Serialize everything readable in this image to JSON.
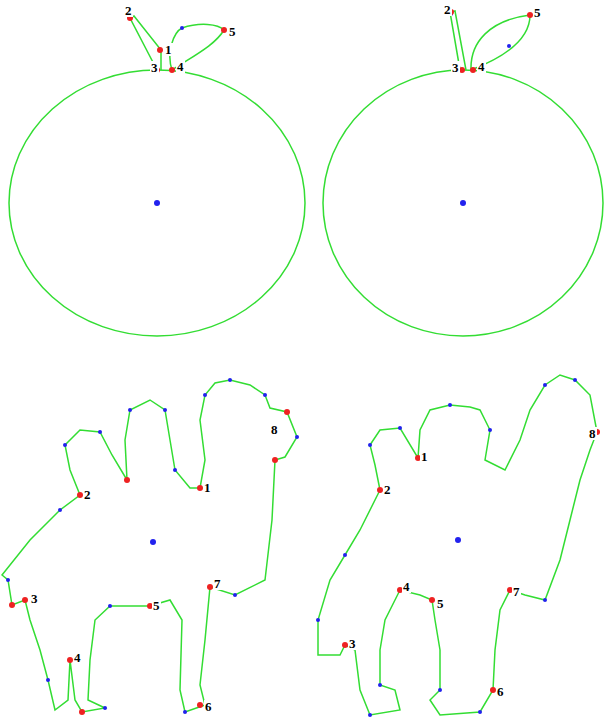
{
  "diagram": {
    "labels": [
      "2",
      "1",
      "3",
      "4",
      "5",
      "2",
      "5",
      "3",
      "4",
      "8",
      "1",
      "2",
      "3",
      "5",
      "7",
      "4",
      "6",
      "1",
      "8",
      "2",
      "4",
      "5",
      "7",
      "3",
      "6"
    ]
  }
}
